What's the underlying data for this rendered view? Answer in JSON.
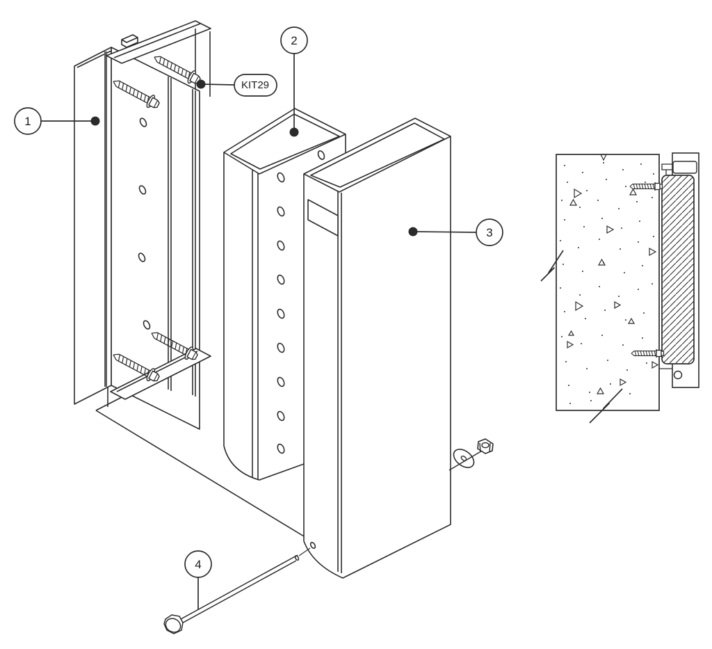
{
  "diagram": {
    "background": "#ffffff",
    "line_color": "#2b2b2b",
    "callouts": [
      {
        "label": "1"
      },
      {
        "label": "2"
      },
      {
        "label": "3"
      },
      {
        "label": "4"
      },
      {
        "label": "KIT29"
      }
    ]
  }
}
